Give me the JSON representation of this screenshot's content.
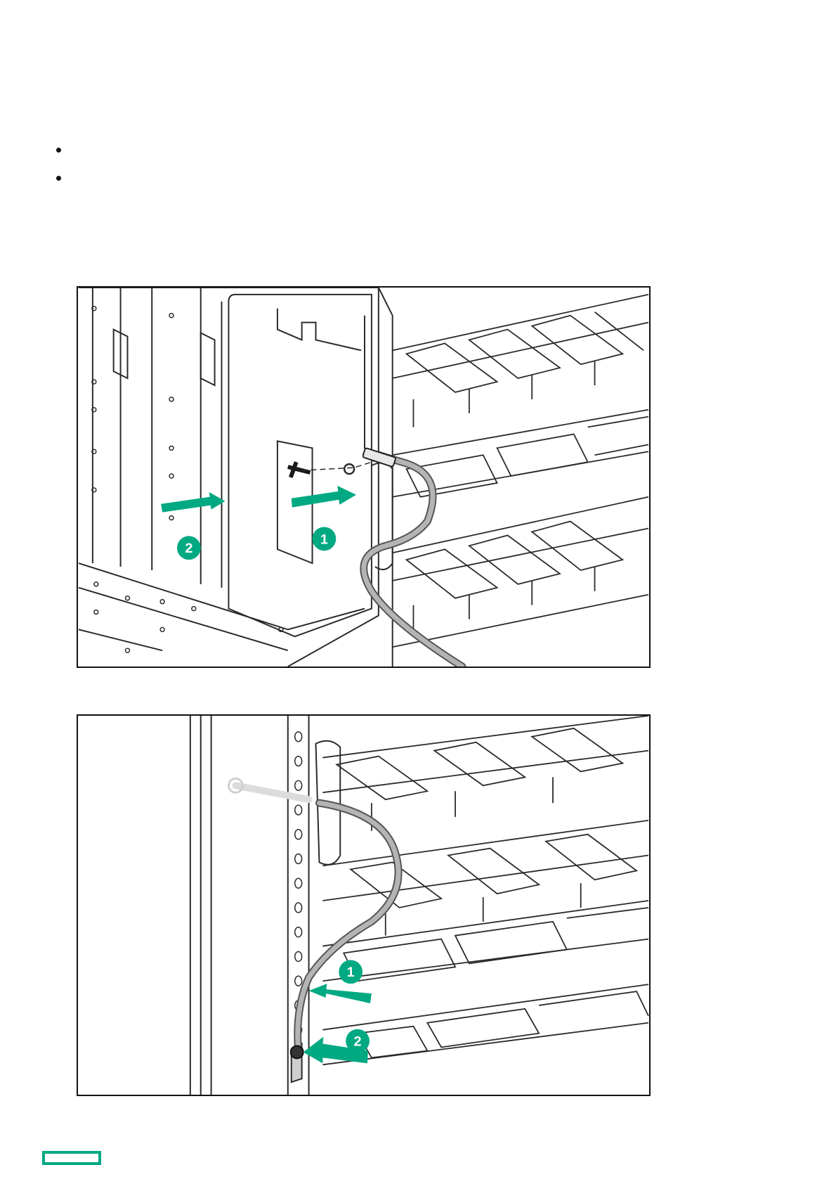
{
  "colors": {
    "accent": "#01a982",
    "line": "#2a2a2a",
    "cable": "#9a9a9a"
  },
  "bullets": [
    {
      "text": ""
    },
    {
      "text": ""
    }
  ],
  "figure1": {
    "callouts": [
      "1",
      "2"
    ]
  },
  "figure2": {
    "callouts": [
      "1",
      "2"
    ]
  },
  "footer": {
    "logo_icon": "hpe-logo-rectangle"
  }
}
